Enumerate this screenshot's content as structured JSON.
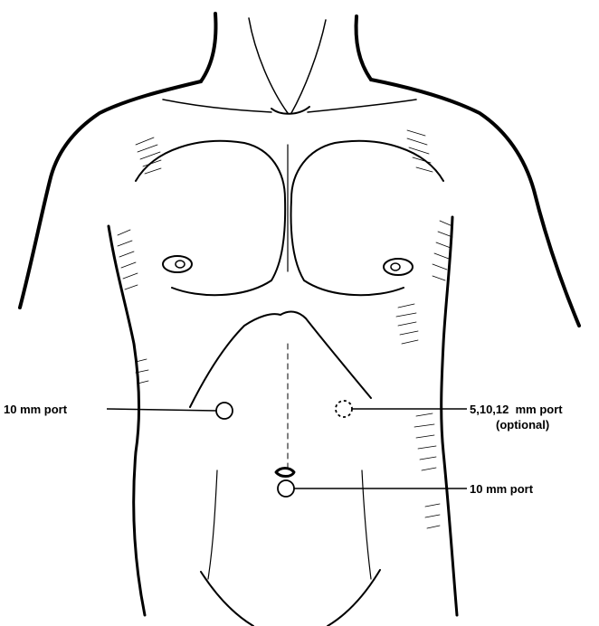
{
  "figure": {
    "subject": "anterior torso line drawing",
    "ink_color": "#000000",
    "background": "#ffffff"
  },
  "callouts": {
    "left_port": {
      "label": "10 mm port"
    },
    "right_port": {
      "label_line1": "5,10,12  mm port",
      "label_line2": "(optional)",
      "style": "dashed"
    },
    "umbilical_port": {
      "label": "10 mm port"
    }
  }
}
